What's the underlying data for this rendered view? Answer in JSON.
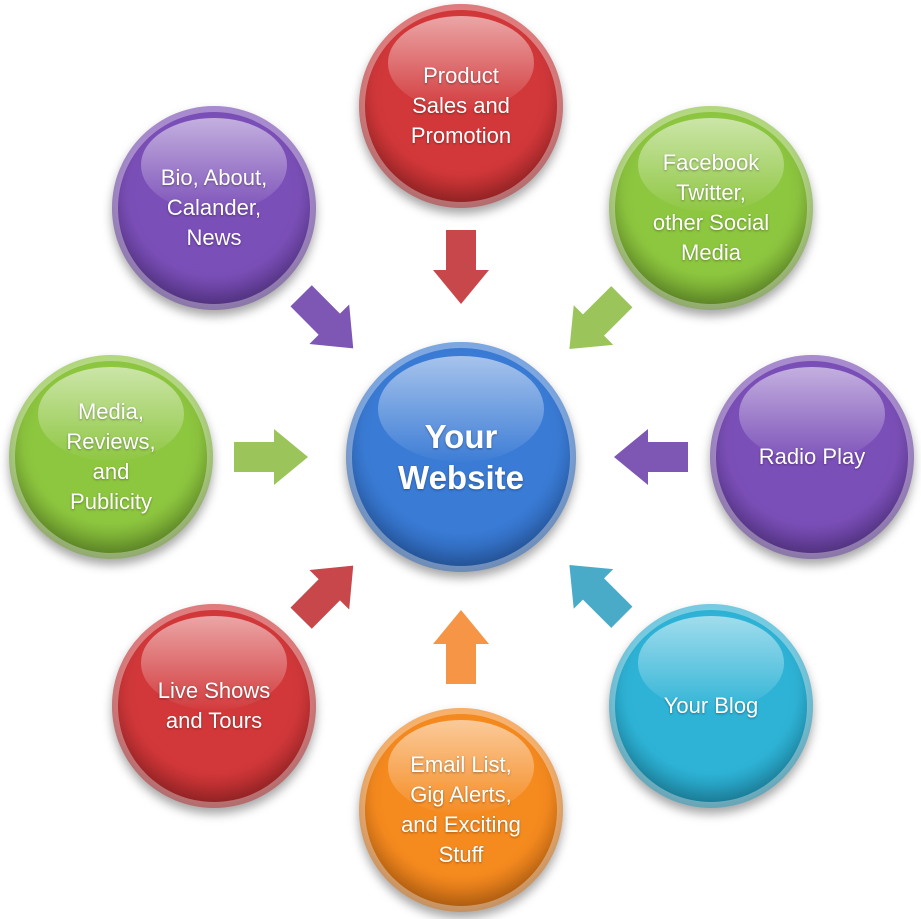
{
  "diagram": {
    "center": {
      "label": "Your\nWebsite",
      "color": "#3a7bd5",
      "dark": "#1d4f9a"
    },
    "satellites": [
      {
        "id": "product-sales",
        "label": "Product\nSales and\nPromotion",
        "color": "#d2383a",
        "dark": "#8e1a1c"
      },
      {
        "id": "social-media",
        "label": "Facebook\nTwitter,\nother Social\nMedia",
        "color": "#8dc63f",
        "dark": "#527a1d"
      },
      {
        "id": "radio-play",
        "label": "Radio Play",
        "color": "#7b4fb8",
        "dark": "#4a2a7e"
      },
      {
        "id": "your-blog",
        "label": "Your Blog",
        "color": "#2eb3d6",
        "dark": "#137a99"
      },
      {
        "id": "email-list",
        "label": "Email List,\nGig Alerts,\nand Exciting\nStuff",
        "color": "#f58a1f",
        "dark": "#b5580a"
      },
      {
        "id": "live-shows",
        "label": "Live Shows\nand Tours",
        "color": "#d2383a",
        "dark": "#8e1a1c"
      },
      {
        "id": "media-reviews",
        "label": "Media,\nReviews,\nand\nPublicity",
        "color": "#8dc63f",
        "dark": "#527a1d"
      },
      {
        "id": "bio-about",
        "label": "Bio, About,\nCalander,\nNews",
        "color": "#7b4fb8",
        "dark": "#4a2a7e"
      }
    ],
    "arrows": [
      {
        "id": "arrow-from-product-sales",
        "color": "#c8474a"
      },
      {
        "id": "arrow-from-social-media",
        "color": "#9bc55a"
      },
      {
        "id": "arrow-from-radio-play",
        "color": "#7d57b3"
      },
      {
        "id": "arrow-from-your-blog",
        "color": "#49abc8"
      },
      {
        "id": "arrow-from-email-list",
        "color": "#f59545"
      },
      {
        "id": "arrow-from-live-shows",
        "color": "#c8474a"
      },
      {
        "id": "arrow-from-media-reviews",
        "color": "#9bc55a"
      },
      {
        "id": "arrow-from-bio-about",
        "color": "#7d57b3"
      }
    ]
  }
}
